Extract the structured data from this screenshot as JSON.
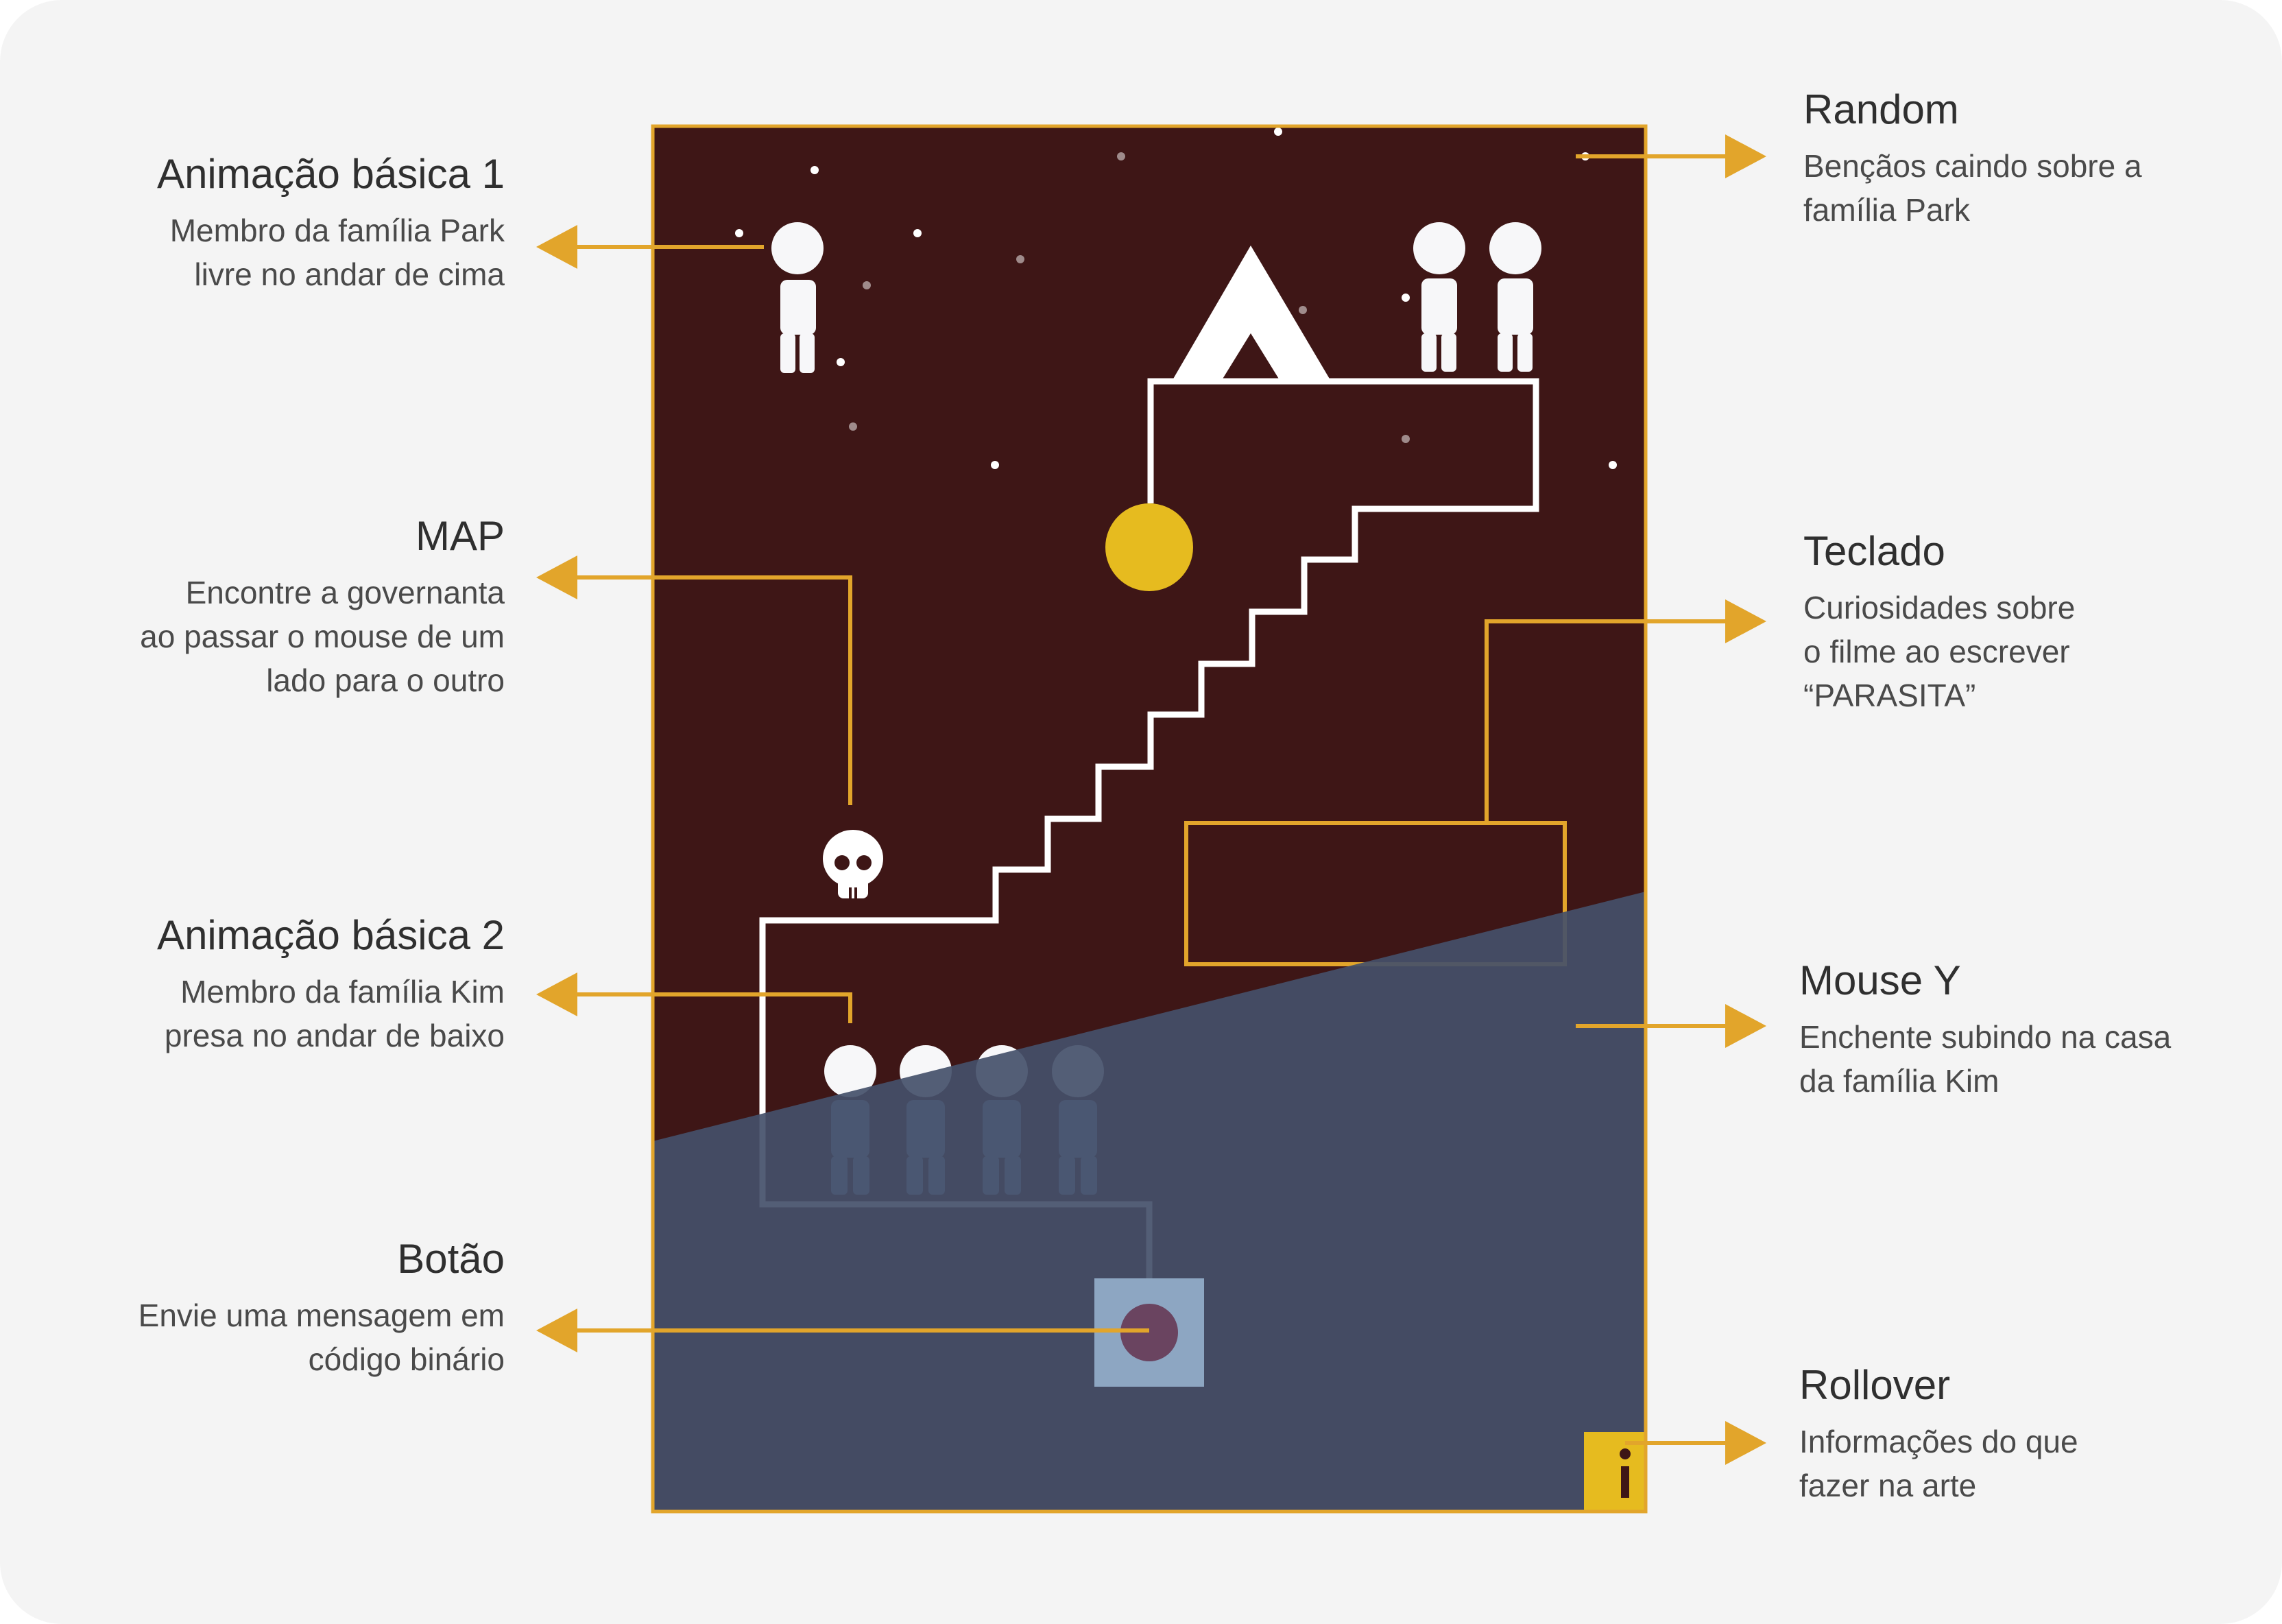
{
  "colors": {
    "background": "#f4f4f4",
    "upper_floor": "#3e1616",
    "flood": "#44506a",
    "accent": "#e2a52b",
    "sun": "#e6bb1f",
    "figure_park": "#f7f7f9",
    "figure_kim": "#8ea8c4",
    "button_panel": "#8da6c2",
    "button_knob": "#6a4460"
  },
  "icons": {
    "skull": "skull-icon",
    "tent": "tent-icon",
    "info": "info-icon",
    "arrow": "arrow-right-icon"
  },
  "annotations_left": [
    {
      "title": "Animação básica 1",
      "desc": "Membro da família Park\nlivre no andar de cima"
    },
    {
      "title": "MAP",
      "desc": "Encontre a governanta\nao passar o mouse de um\nlado para o outro"
    },
    {
      "title": "Animação básica 2",
      "desc": "Membro da família Kim\npresa no andar de baixo"
    },
    {
      "title": "Botão",
      "desc": "Envie uma mensagem em\ncódigo binário"
    }
  ],
  "annotations_right": [
    {
      "title": "Random",
      "desc": "Bençãos caindo sobre a\nfamília Park"
    },
    {
      "title": "Teclado",
      "desc": "Curiosidades sobre\no filme ao escrever\n“PARASITA”"
    },
    {
      "title": "Mouse Y",
      "desc": "Enchente subindo na casa\nda família Kim"
    },
    {
      "title": "Rollover",
      "desc": "Informações do que\nfazer na arte"
    }
  ]
}
